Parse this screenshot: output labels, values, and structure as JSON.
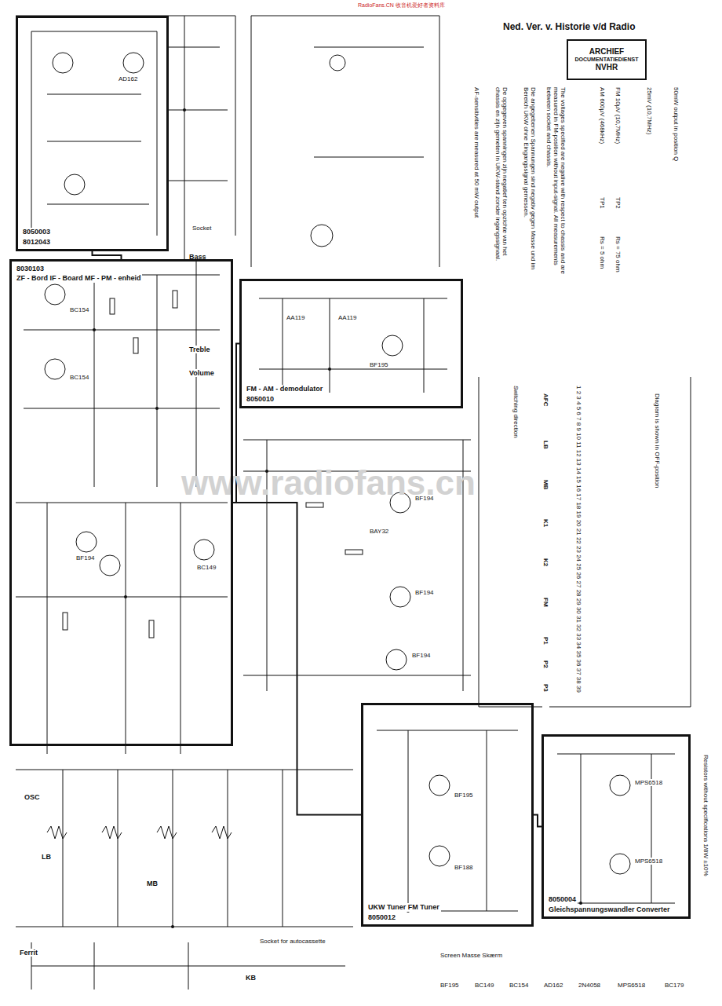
{
  "diagram": {
    "nodes": [
      {
        "text": [
          "8050003",
          "8012043"
        ]
      },
      {
        "text": [
          "8030103",
          "ZF - Bord IF - Board MF - PM - enheid"
        ]
      },
      {
        "text": [
          "FM - AM - demodulator",
          "8050010"
        ]
      },
      {
        "text": [
          "UKW Tuner FM Tuner",
          "8050012"
        ]
      },
      {
        "text": [
          "8050004",
          "Gleichspannungswandler Converter"
        ]
      },
      {
        "text": [
          "ARCHIEF",
          "DOCUMENTATIEDIENST",
          "NVHR"
        ]
      }
    ],
    "edges": [
      {
        "from": 0,
        "to": 1,
        "arrow": "none"
      },
      {
        "from": 2,
        "to": 1,
        "arrow": "none"
      },
      {
        "from": 3,
        "to": 1,
        "arrow": "none"
      },
      {
        "from": 4,
        "to": 3,
        "arrow": "none"
      }
    ],
    "labels": [
      "RadioFans.CN 收音机爱好者资料库",
      "Ned. Ver. v. Historie v/d Radio",
      "www.radiofans.cn",
      "AD162",
      "BC154",
      "BC154",
      "BF194",
      "BF195",
      "BF194",
      "BF194",
      "BF194",
      "BC149",
      "AA119",
      "AA119",
      "BAY32",
      "BF195",
      "BF188",
      "MPS6518",
      "MPS6518",
      "Bass",
      "Treble",
      "Volume",
      "OSC",
      "LB",
      "MB",
      "KB",
      "Ferrit",
      "Socket for autocassette",
      "Socket",
      "The voltages specified are negative with respect to chassis and are measured in FM-position without input-signal. All measurements between socket and chassis.",
      "Die angegebenen Spannungen sind negativ gegen Masse und im Bereich UKW ohne Eingangssignal gemessen.",
      "De opgegeven spanningen zijn negatief ten opzichte van het chassis en zijn gemeten in UKW-stand zonder ingangssignaal.",
      "AF-sensitivities are measured at 50 mW output",
      "AM 600µV (468kHz)",
      "FM 10µV (10,7MHz)",
      "TP1",
      "TP2",
      "Rs = 5 ohm",
      "Rs = 75 ohm",
      "25mV (10,7MHz)",
      "50mW output in position Q",
      "Switching direction",
      "AFC",
      "LB",
      "MB",
      "K1",
      "K2",
      "FM",
      "P1",
      "P2",
      "P3",
      "1 2 3 4 5 6 7 8 9 10 11 12 13 14 15 16 17 18 19 20 21 22 23 24 25 26 27 28 29 30 31 32 33 34 35 36 37 38 39",
      "Diagram is shown in OFF-position",
      "Resistors without specifications 1/8W ±10%",
      "Screen Masse Skærm",
      "BF195",
      "BC149",
      "BC154",
      "AD162",
      "2N4058",
      "MPS6518",
      "BC179"
    ]
  }
}
